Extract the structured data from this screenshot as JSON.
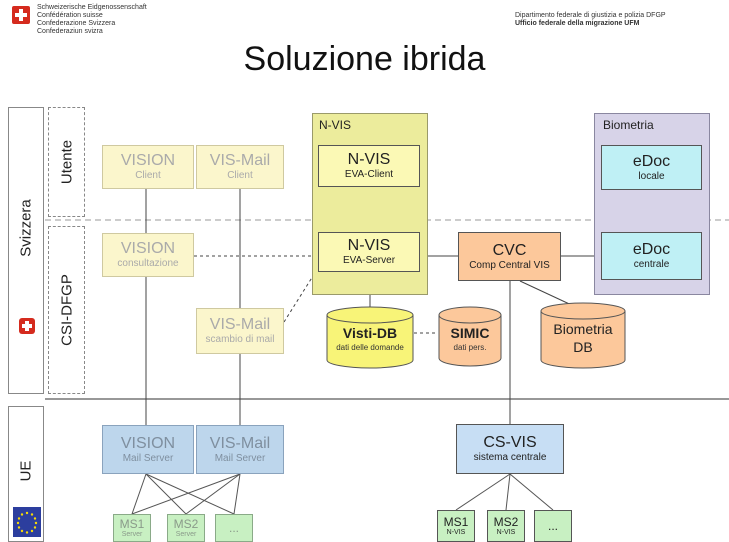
{
  "header": {
    "ch_lines": [
      "Schweizerische Eidgenossenschaft",
      "Confédération suisse",
      "Confederazione Svizzera",
      "Confederaziun svizra"
    ],
    "dept_line": "Dipartimento federale di giustizia e polizia DFGP",
    "office_line": "Ufficio federale della migrazione UFM"
  },
  "title": "Soluzione ibrida",
  "bands": {
    "svizzera": "Svizzera",
    "utente": "Utente",
    "csi": "CSI-DFGP",
    "ue": "UE"
  },
  "groups": {
    "nvis": "N-VIS",
    "biometria": "Biometria"
  },
  "boxes": {
    "vision_client": {
      "t1": "VISION",
      "t2": "Client"
    },
    "vismail_client": {
      "t1": "VIS-Mail",
      "t2": "Client"
    },
    "nvis_client": {
      "t1": "N-VIS",
      "t2": "EVA-Client"
    },
    "edoc_locale": {
      "t1": "eDoc",
      "t2": "locale"
    },
    "vision_cons": {
      "t1": "VISION",
      "t2": "consultazione"
    },
    "nvis_server": {
      "t1": "N-VIS",
      "t2": "EVA-Server"
    },
    "cvc": {
      "t1": "CVC",
      "t2": "Comp Central VIS"
    },
    "edoc_centrale": {
      "t1": "eDoc",
      "t2": "centrale"
    },
    "vismail_scambio": {
      "t1": "VIS-Mail",
      "t2": "scambio di mail"
    },
    "vision_mail": {
      "t1": "VISION",
      "t2": "Mail Server"
    },
    "vismail_mail": {
      "t1": "VIS-Mail",
      "t2": "Mail Server"
    },
    "csvis": {
      "t1": "CS-VIS",
      "t2": "sistema centrale"
    },
    "ms1_server": {
      "t1": "MS1",
      "t2": "Server"
    },
    "ms2_server": {
      "t1": "MS2",
      "t2": "Server"
    },
    "dots_server": {
      "t1": "..."
    },
    "ms1_nvis": {
      "t1": "MS1",
      "t2": "N-VIS"
    },
    "ms2_nvis": {
      "t1": "MS2",
      "t2": "N-VIS"
    },
    "dots_nvis": {
      "t1": "..."
    }
  },
  "cylinders": {
    "visti_db": {
      "t1": "Visti-DB",
      "t2": "dati delle domande"
    },
    "simic": {
      "t1": "SIMIC",
      "t2": "dati pers."
    },
    "biometria_db": {
      "t1": "Biometria",
      "t2": "DB"
    }
  },
  "colors": {
    "pale_yellow": "#fbf6cc",
    "nvis_bg": "#ecec9c",
    "nvis_box": "#fbf9b5",
    "bio_bg": "#d7d3e8",
    "cyan": "#bff0f5",
    "orange": "#fcc89b",
    "light_blue": "#bdd6ec",
    "blue": "#c7def4",
    "green": "#c8f0c2",
    "swiss_red": "#d52b1e"
  }
}
